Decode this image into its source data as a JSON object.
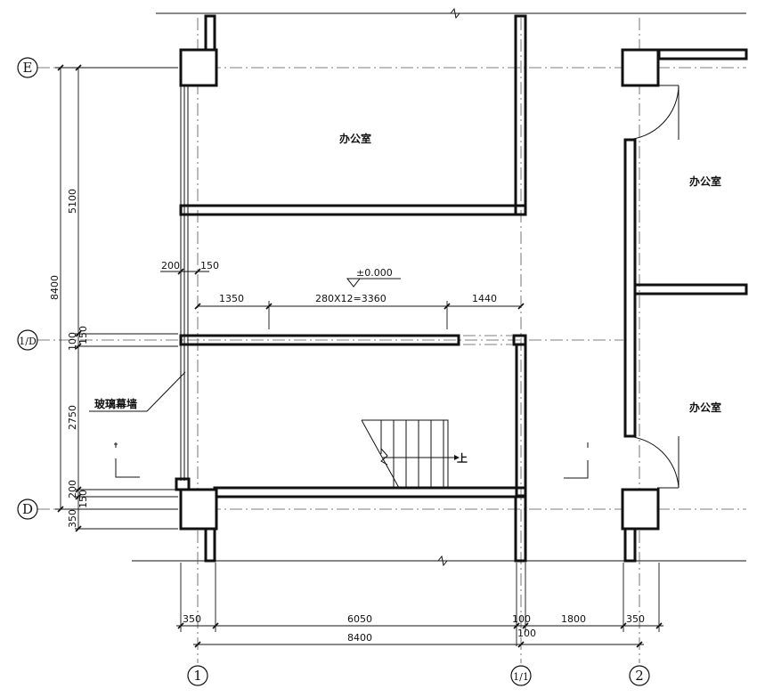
{
  "rooms": {
    "office_top": "办公室",
    "office_right_top": "办公室",
    "office_right_bottom": "办公室"
  },
  "level": "±0.000",
  "stair": {
    "dim_left": "1350",
    "dim_run": "280X12=3360",
    "dim_right": "1440",
    "up_label": "上"
  },
  "glass_wall_label": "玻璃幕墙",
  "dims": {
    "wall_200": "200",
    "wall_150": "150",
    "left_5100": "5100",
    "left_8400": "8400",
    "left_100": "100",
    "left_150a": "150",
    "left_2750": "2750",
    "left_200": "200",
    "left_150b": "150",
    "left_350": "350",
    "bottom_350a": "350",
    "bottom_6050": "6050",
    "bottom_100a": "100",
    "bottom_1800": "1800",
    "bottom_350b": "350",
    "bottom_100b": "100",
    "bottom_8400": "8400"
  },
  "axes": {
    "E": "E",
    "half_D": "1/D",
    "D": "D",
    "one": "1",
    "half_one": "1/1",
    "two": "2"
  }
}
